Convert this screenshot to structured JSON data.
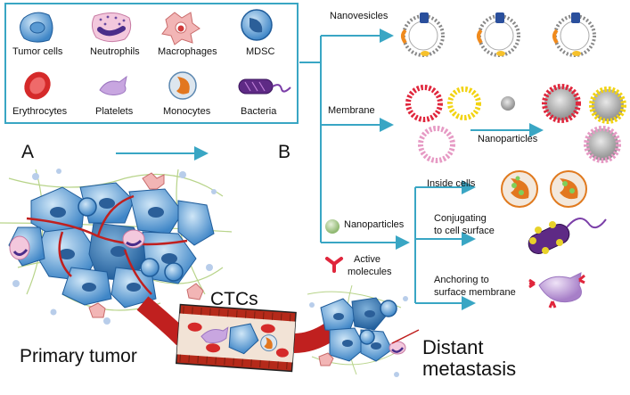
{
  "legend": {
    "items": [
      {
        "label": "Tumor cells"
      },
      {
        "label": "Neutrophils"
      },
      {
        "label": "Macrophages"
      },
      {
        "label": "MDSC"
      },
      {
        "label": "Erythrocytes"
      },
      {
        "label": "Platelets"
      },
      {
        "label": "Monocytes"
      },
      {
        "label": "Bacteria"
      }
    ]
  },
  "panels": {
    "a": "A",
    "b": "B"
  },
  "branches": {
    "nanovesicles": "Nanovesicles",
    "membrane": "Membrane",
    "nanoparticles_out": "Nanoparticles",
    "nanoparticles_in": "Nanoparticles"
  },
  "strategies": {
    "inside": "Inside cells",
    "conj_line1": "Conjugating",
    "conj_line2": "to cell surface",
    "anchor_line1": "Anchoring to",
    "anchor_line2": "surface membrane"
  },
  "active": {
    "line1": "Active",
    "line2": "molecules"
  },
  "tumor": {
    "primary": "Primary tumor",
    "ctcs": "CTCs",
    "distant1": "Distant",
    "distant2": "metastasis"
  },
  "colors": {
    "accent": "#39a6c4",
    "tumor": "#3f86c7",
    "blood": "#c0201f",
    "membrane_red": "#e0263c",
    "membrane_yellow": "#f2d311",
    "membrane_pink": "#e69ac4",
    "nanoparticle": "#a9c98a"
  }
}
